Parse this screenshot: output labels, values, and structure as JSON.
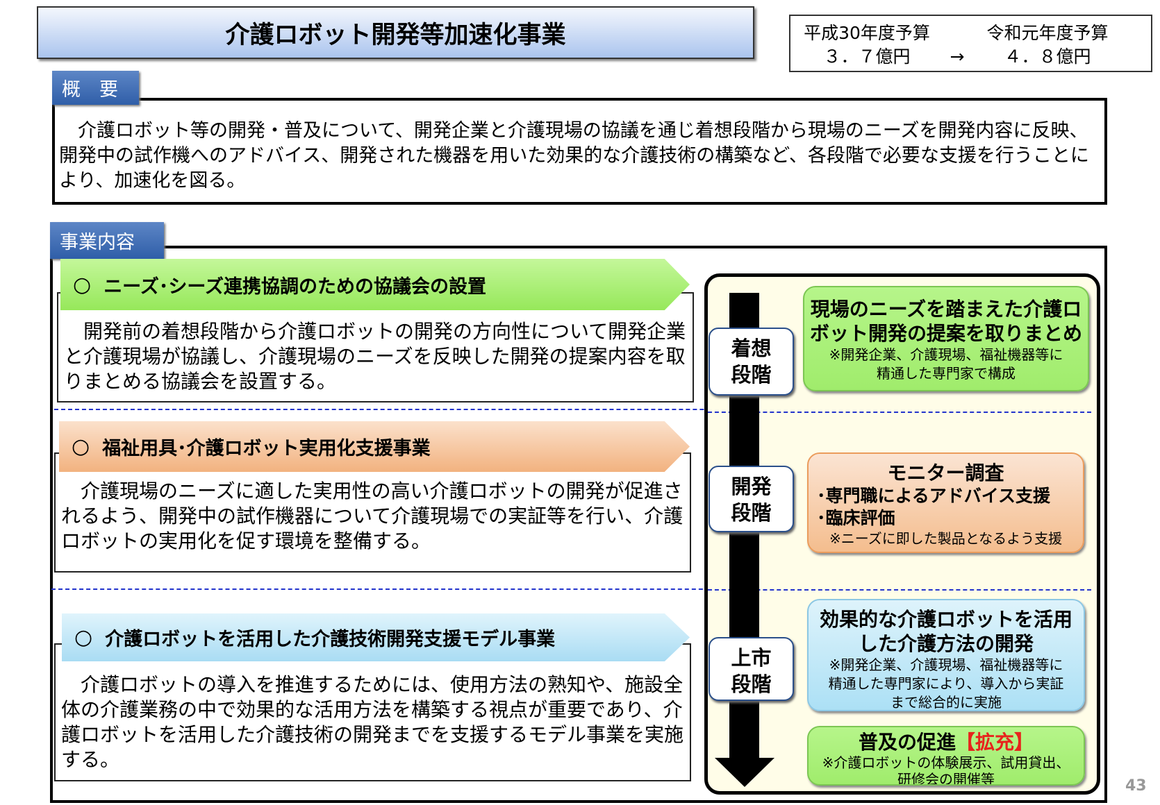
{
  "title": "介護ロボット開発等加速化事業",
  "budget": {
    "prev_label": "平成30年度予算",
    "prev_value": "３．７億円",
    "arrow": "→",
    "curr_label": "令和元年度予算",
    "curr_value": "４．８億円"
  },
  "overview": {
    "tab": "概　要",
    "text": "　介護ロボット等の開発・普及について、開発企業と介護現場の協議を通じ着想段階から現場のニーズを開発内容に反映、開発中の試作機へのアドバイス、開発された機器を用いた効果的な介護技術の構築など、各段階で必要な支援を行うことにより、加速化を図る。"
  },
  "content": {
    "tab": "事業内容",
    "sections": [
      {
        "bullet": "○",
        "title": "ニーズ･シーズ連携協調のための協議会の設置",
        "text": "　開発前の着想段階から介護ロボットの開発の方向性について開発企業と介護現場が協議し、介護現場のニーズを反映した開発の提案内容を取りまとめる協議会を設置する。",
        "color": "#a6f06e"
      },
      {
        "bullet": "○",
        "title": "福祉用具･介護ロボット実用化支援事業",
        "text": "　介護現場のニーズに適した実用性の高い介護ロボットの開発が促進されるよう、開発中の試作機器について介護現場での実証等を行い、介護ロボットの実用化を促す環境を整備する。",
        "color": "#f6c49a"
      },
      {
        "bullet": "○",
        "title": "介護ロボットを活用した介護技術開発支援モデル事業",
        "text": "　介護ロボットの導入を推進するためには、使用方法の熟知や、施設全体の介護業務の中で効果的な活用方法を構築する視点が重要であり、介護ロボットを活用した介護技術の開発までを支援するモデル事業を実施する。",
        "color": "#bde6f6"
      }
    ]
  },
  "stages": [
    {
      "line1": "着想",
      "line2": "段階"
    },
    {
      "line1": "開発",
      "line2": "段階"
    },
    {
      "line1": "上市",
      "line2": "段階"
    }
  ],
  "boxes": {
    "b1": {
      "heading": "現場のニーズを踏まえた介護ロボット開発の提案を取りまとめ",
      "note": "※開発企業、介護現場、福祉機器等に精通した専門家で構成"
    },
    "b2": {
      "heading": "モニター調査",
      "item1": "･専門職によるアドバイス支援",
      "item2": "･臨床評価",
      "note": "※ニーズに即した製品となるよう支援"
    },
    "b3": {
      "heading": "効果的な介護ロボットを活用した介護方法の開発",
      "note": "※開発企業、介護現場、福祉機器等に精通した専門家により、導入から実証まで総合的に実施"
    },
    "b4": {
      "heading": "普及の促進",
      "tag": "【拡充】",
      "note": "※介護ロボットの体験展示、試用貸出、研修会の開催等"
    }
  },
  "page_number": "43",
  "colors": {
    "accent_red": "#e8231c",
    "tab_blue": "#2f5ea8",
    "dash_blue": "#2233cc"
  }
}
